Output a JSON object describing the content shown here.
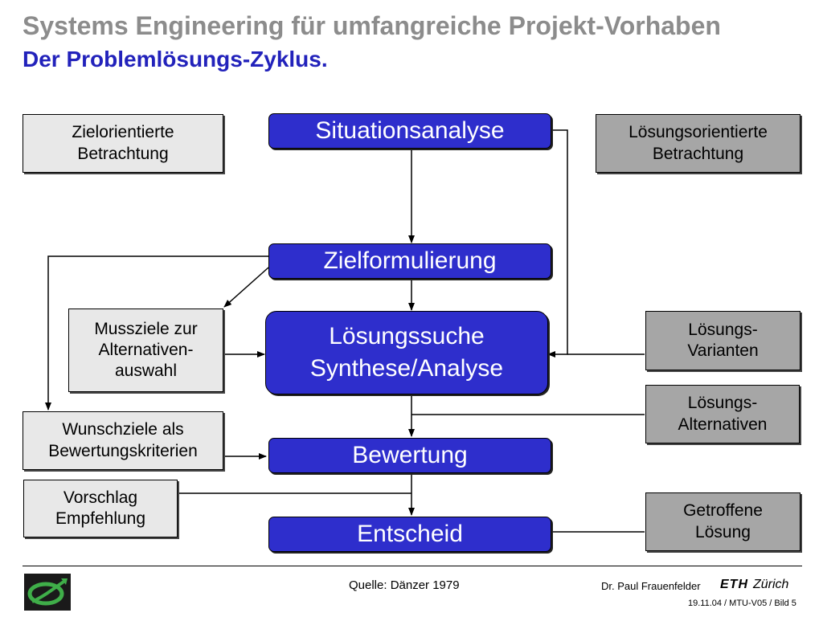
{
  "header": {
    "title": "Systems Engineering für umfangreiche Projekt-Vorhaben",
    "subtitle": "Der Problemlösungs-Zyklus."
  },
  "diagram": {
    "steps": {
      "situationsanalyse": "Situationsanalyse",
      "zielformulierung": "Zielformulierung",
      "loesungssuche_line1": "Lösungssuche",
      "loesungssuche_line2": "Synthese/Analyse",
      "bewertung": "Bewertung",
      "entscheid": "Entscheid"
    },
    "left": {
      "zielorientiert_line1": "Zielorientierte",
      "zielorientiert_line2": "Betrachtung",
      "mussziele_line1": "Mussziele zur",
      "mussziele_line2": "Alternativen-",
      "mussziele_line3": "auswahl",
      "wunschziele_line1": "Wunschziele als",
      "wunschziele_line2": "Bewertungskriterien",
      "vorschlag_line1": "Vorschlag",
      "vorschlag_line2": "Empfehlung"
    },
    "right": {
      "loesungsorientiert_line1": "Lösungsorientierte",
      "loesungsorientiert_line2": "Betrachtung",
      "varianten_line1": "Lösungs-",
      "varianten_line2": "Varianten",
      "alternativen_line1": "Lösungs-",
      "alternativen_line2": "Alternativen",
      "getroffene_line1": "Getroffene",
      "getroffene_line2": "Lösung"
    },
    "colors": {
      "step_fill": "#2e2ecc",
      "light_fill": "#e8e8e8",
      "mid_fill": "#a6a6a6",
      "title_gray": "#8c8c8c",
      "title_blue": "#2222bb"
    }
  },
  "footer": {
    "source": "Quelle: Dänzer 1979",
    "author": "Dr. Paul Frauenfelder",
    "eth": "ETH",
    "eth_city": "Zürich",
    "date_ref": "19.11.04 / MTU-V05 / Bild 5",
    "logo_icon": "eth-swirl-logo-icon"
  }
}
